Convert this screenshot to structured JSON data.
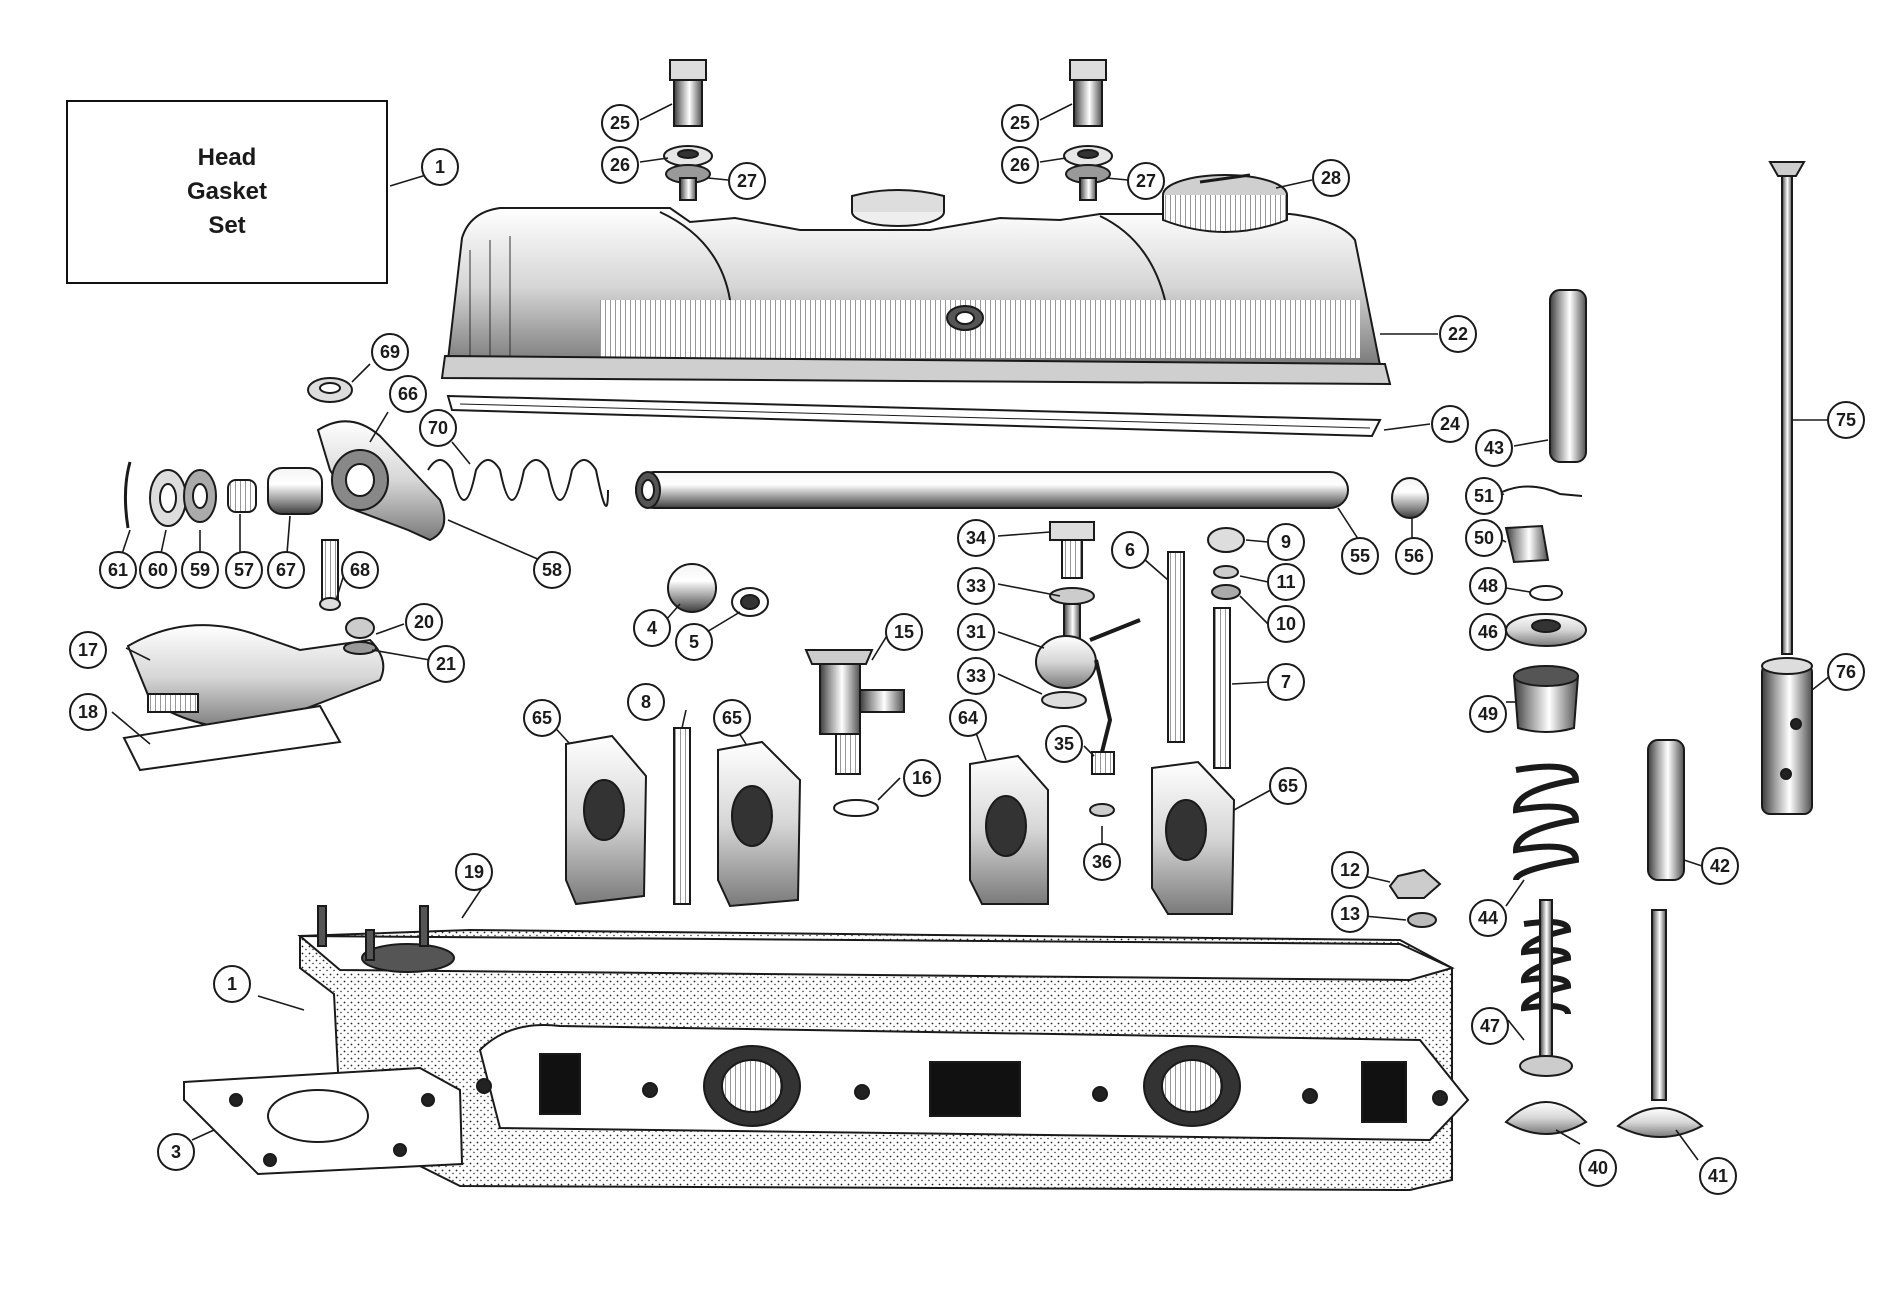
{
  "kit_box": {
    "line1": "Head",
    "line2": "Gasket",
    "line3": "Set"
  },
  "callouts": {
    "c1a": "1",
    "c1b": "1",
    "c3": "3",
    "c4": "4",
    "c5": "5",
    "c6": "6",
    "c7": "7",
    "c8": "8",
    "c9": "9",
    "c10": "10",
    "c11": "11",
    "c12": "12",
    "c13": "13",
    "c15": "15",
    "c16": "16",
    "c17": "17",
    "c18": "18",
    "c19": "19",
    "c20": "20",
    "c21": "21",
    "c22": "22",
    "c24": "24",
    "c25a": "25",
    "c25b": "25",
    "c26a": "26",
    "c26b": "26",
    "c27a": "27",
    "c27b": "27",
    "c28": "28",
    "c31": "31",
    "c33a": "33",
    "c33b": "33",
    "c34": "34",
    "c35": "35",
    "c36": "36",
    "c40": "40",
    "c41": "41",
    "c42": "42",
    "c43": "43",
    "c44": "44",
    "c46": "46",
    "c47": "47",
    "c48": "48",
    "c49": "49",
    "c50": "50",
    "c51": "51",
    "c55": "55",
    "c56": "56",
    "c57": "57",
    "c58": "58",
    "c59": "59",
    "c60": "60",
    "c61": "61",
    "c64": "64",
    "c65a": "65",
    "c65b": "65",
    "c65c": "65",
    "c66": "66",
    "c67": "67",
    "c68": "68",
    "c69": "69",
    "c70": "70",
    "c75": "75",
    "c76": "76"
  },
  "colors": {
    "ink": "#1a1a1a",
    "paper": "#ffffff",
    "metal_light": "#e4e4e4",
    "metal_mid": "#b9b9b9",
    "metal_dark": "#6c6c6c"
  }
}
